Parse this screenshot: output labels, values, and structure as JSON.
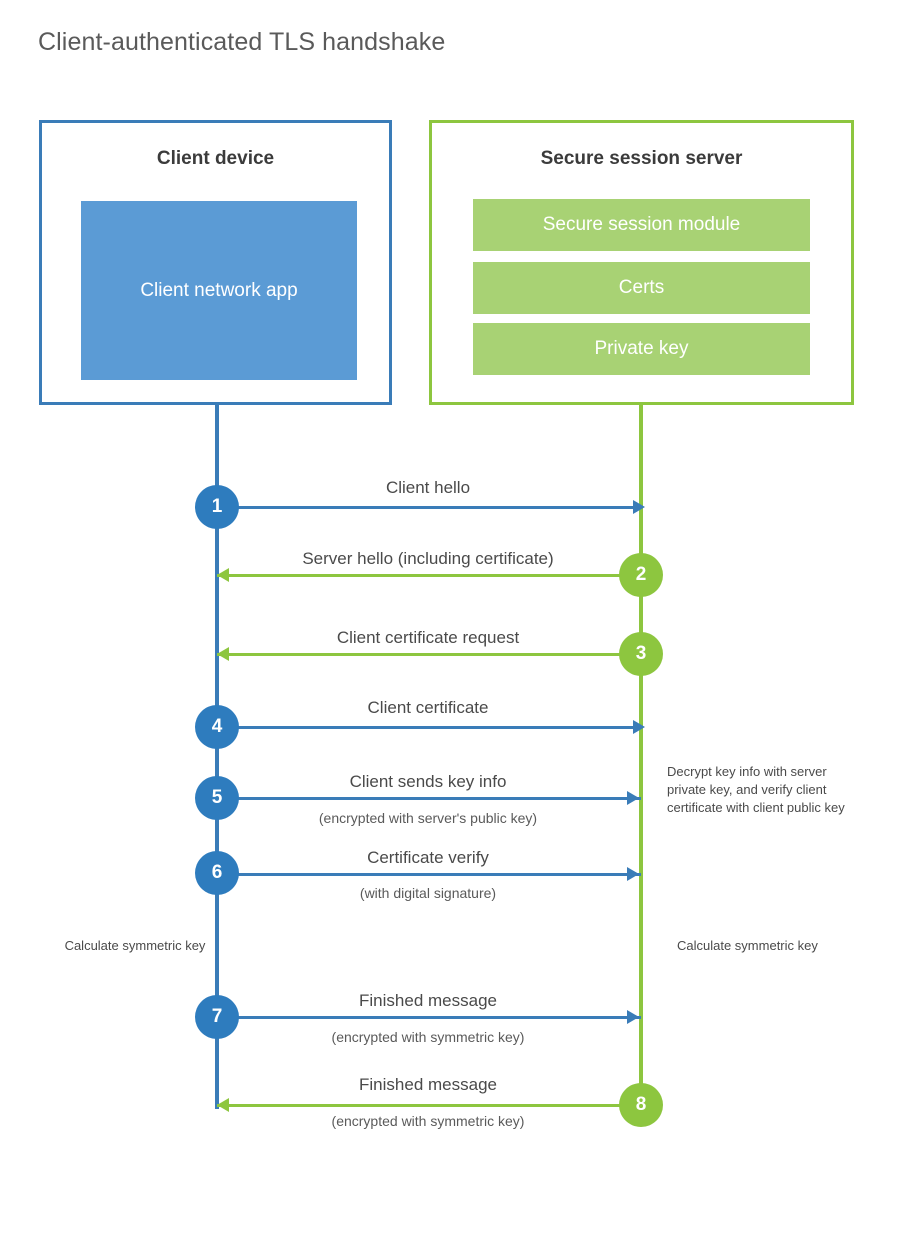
{
  "title": "Client-authenticated TLS handshake",
  "colors": {
    "client_blue": "#3A7CB8",
    "client_app_fill": "#5B9BD5",
    "server_green": "#8DC63F",
    "server_bar_fill": "#A8D274",
    "step_blue": "#2E7CBE",
    "text_dark": "#3b3b3b",
    "text_body": "#4a4a4a",
    "background": "#ffffff"
  },
  "actors": {
    "client": {
      "title": "Client device",
      "app_label": "Client network app"
    },
    "server": {
      "title": "Secure session server",
      "components": [
        "Secure session module",
        "Certs",
        "Private key"
      ]
    }
  },
  "steps": [
    {
      "num": "1",
      "label": "Client hello",
      "sub": "",
      "direction": "to-server",
      "side": "client"
    },
    {
      "num": "2",
      "label": "Server hello (including certificate)",
      "sub": "",
      "direction": "to-client",
      "side": "server"
    },
    {
      "num": "3",
      "label": "Client certificate request",
      "sub": "",
      "direction": "to-client",
      "side": "server"
    },
    {
      "num": "4",
      "label": "Client certificate",
      "sub": "",
      "direction": "to-server",
      "side": "client"
    },
    {
      "num": "5",
      "label": "Client sends key info",
      "sub": "(encrypted with server's public key)",
      "direction": "to-server",
      "side": "client"
    },
    {
      "num": "6",
      "label": "Certificate verify",
      "sub": "(with digital signature)",
      "direction": "to-server",
      "side": "client"
    },
    {
      "num": "7",
      "label": "Finished message",
      "sub": "(encrypted with symmetric key)",
      "direction": "to-server",
      "side": "client"
    },
    {
      "num": "8",
      "label": "Finished message",
      "sub": "(encrypted with symmetric key)",
      "direction": "to-client",
      "side": "server"
    }
  ],
  "notes": {
    "server_decrypt": "Decrypt key info with server private key, and verify client certificate with client public key",
    "calculate_client": "Calculate symmetric key",
    "calculate_server": "Calculate symmetric key"
  }
}
